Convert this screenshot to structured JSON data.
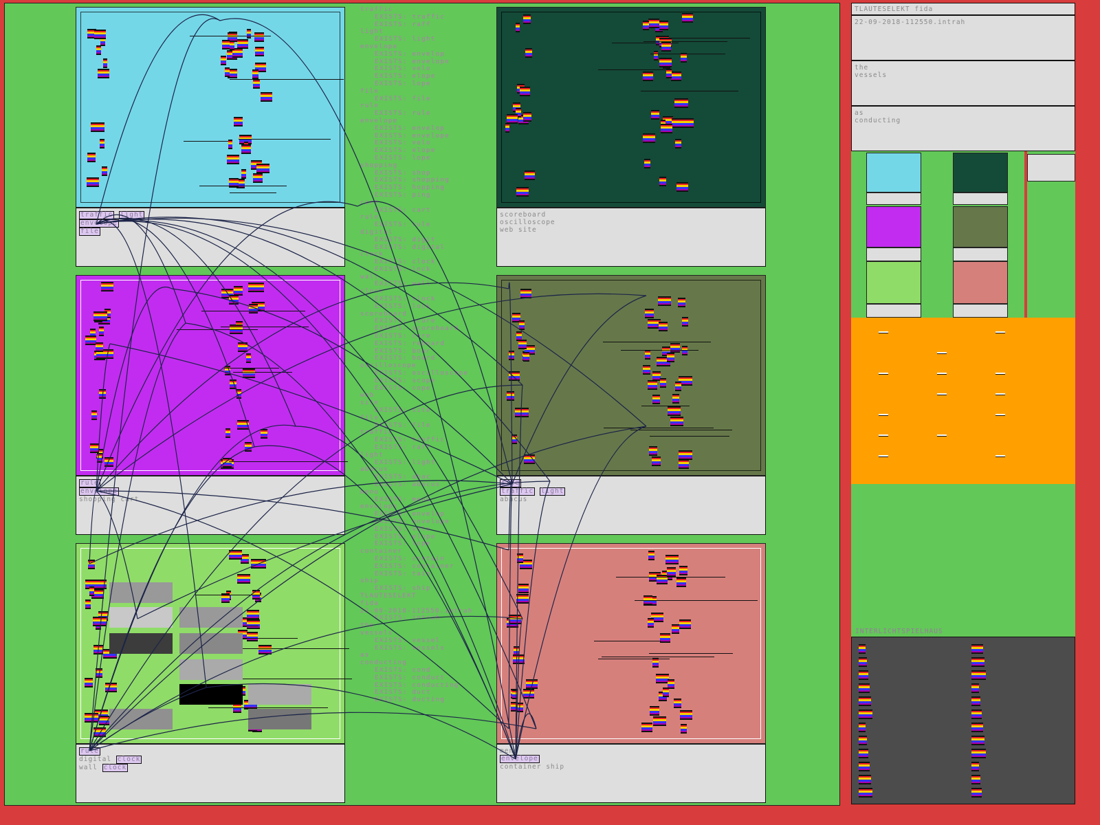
{
  "colors": {
    "frame": "#d83c3c",
    "canvas": "#62c858",
    "wire": "#1c2448"
  },
  "words": [
    {
      "t": "traffic",
      "i": 0
    },
    {
      "t": "EXISTS: traffic",
      "i": 1
    },
    {
      "t": "EXISTS: raff",
      "i": 1
    },
    {
      "t": "light",
      "i": 0
    },
    {
      "t": "EXISTS: light",
      "i": 1
    },
    {
      "t": "envelope",
      "i": 0
    },
    {
      "t": "EXISTS: envelop",
      "i": 1
    },
    {
      "t": "EXISTS: envelope",
      "i": 1
    },
    {
      "t": "EXISTS: velo",
      "i": 1
    },
    {
      "t": "EXISTS: elope",
      "i": 1
    },
    {
      "t": "EXISTS: lope",
      "i": 1
    },
    {
      "t": "file",
      "i": 0
    },
    {
      "t": "EXISTS: file",
      "i": 1
    },
    {
      "t": "rule",
      "i": 0
    },
    {
      "t": "EXISTS: rule",
      "i": 1
    },
    {
      "t": "envelope",
      "i": 0
    },
    {
      "t": "EXISTS: envelop",
      "i": 1
    },
    {
      "t": "EXISTS: envelope",
      "i": 1
    },
    {
      "t": "EXISTS: velo",
      "i": 1
    },
    {
      "t": "EXISTS: elope",
      "i": 1
    },
    {
      "t": "EXISTS: lope",
      "i": 1
    },
    {
      "t": "shopping",
      "i": 0
    },
    {
      "t": "EXISTS: shop",
      "i": 1
    },
    {
      "t": "EXISTS: shopping",
      "i": 1
    },
    {
      "t": "EXISTS: hopping",
      "i": 1
    },
    {
      "t": "EXISTS: ping",
      "i": 1
    },
    {
      "t": "cart",
      "i": 0
    },
    {
      "t": "EXISTS: cart",
      "i": 1
    },
    {
      "t": "rule",
      "i": 0
    },
    {
      "t": "EXISTS: rule",
      "i": 1
    },
    {
      "t": "digital",
      "i": 0
    },
    {
      "t": "EXISTS: digit",
      "i": 1
    },
    {
      "t": "EXISTS: digital",
      "i": 1
    },
    {
      "t": "clock",
      "i": 0
    },
    {
      "t": "EXISTS: clock",
      "i": 1
    },
    {
      "t": "EXISTS: lock",
      "i": 1
    },
    {
      "t": "wall",
      "i": 0
    },
    {
      "t": "EXISTS: wall",
      "i": 1
    },
    {
      "t": "clock",
      "i": 0
    },
    {
      "t": "EXISTS: clock",
      "i": 1
    },
    {
      "t": "EXISTS: lock",
      "i": 1
    },
    {
      "t": "scoreboard",
      "i": 0
    },
    {
      "t": "EXISTS: score",
      "i": 1
    },
    {
      "t": "EXISTS: scoreboard",
      "i": 1
    },
    {
      "t": "EXISTS: core",
      "i": 1
    },
    {
      "t": "EXISTS: reboard",
      "i": 1
    },
    {
      "t": "EXISTS: boar",
      "i": 1
    },
    {
      "t": "EXISTS: board",
      "i": 1
    },
    {
      "t": "oscilloscope",
      "i": 0
    },
    {
      "t": "EXISTS: oscilloscope",
      "i": 1
    },
    {
      "t": "EXISTS: scope",
      "i": 1
    },
    {
      "t": "EXISTS: cope",
      "i": 1
    },
    {
      "t": "web",
      "i": 0
    },
    {
      "t": "site",
      "i": 0
    },
    {
      "t": "EXISTS: site",
      "i": 1
    },
    {
      "t": "file",
      "i": 0
    },
    {
      "t": "EXISTS: file",
      "i": 1
    },
    {
      "t": "traffic",
      "i": 0
    },
    {
      "t": "EXISTS: traffic",
      "i": 1
    },
    {
      "t": "EXISTS: raff",
      "i": 1
    },
    {
      "t": "light",
      "i": 0
    },
    {
      "t": "EXISTS: light",
      "i": 1
    },
    {
      "t": "abacus",
      "i": 0
    },
    {
      "t": "EXISTS: abac",
      "i": 1
    },
    {
      "t": "EXISTS: abacus",
      "i": 1
    },
    {
      "t": "menu",
      "i": 0
    },
    {
      "t": "EXISTS: menu",
      "i": 1
    },
    {
      "t": "envelope",
      "i": 0
    },
    {
      "t": "EXISTS: envelop",
      "i": 1
    },
    {
      "t": "EXISTS: envelope",
      "i": 1
    },
    {
      "t": "EXISTS: velo",
      "i": 1
    },
    {
      "t": "EXISTS: elope",
      "i": 1
    },
    {
      "t": "EXISTS: lope",
      "i": 1
    },
    {
      "t": "container",
      "i": 0
    },
    {
      "t": "EXISTS: contain",
      "i": 1
    },
    {
      "t": "EXISTS: container",
      "i": 1
    },
    {
      "t": "EXISTS: tain",
      "i": 1
    },
    {
      "t": "ship",
      "i": 0
    },
    {
      "t": "EXISTS: ship",
      "i": 1
    },
    {
      "t": "TLAUTESELEKT",
      "i": 0
    },
    {
      "t": "fida",
      "i": 0
    },
    {
      "t": "22-09-2018-112550.intrah",
      "i": 0
    },
    {
      "t": "EXISTS: intrah",
      "i": 1
    },
    {
      "t": "the",
      "i": 0
    },
    {
      "t": "vessels",
      "i": 0
    },
    {
      "t": "EXISTS: vessel",
      "i": 1
    },
    {
      "t": "EXISTS: vessels",
      "i": 1
    },
    {
      "t": "as",
      "i": 0
    },
    {
      "t": "conducting",
      "i": 0
    },
    {
      "t": "EXISTS: cond",
      "i": 1
    },
    {
      "t": "EXISTS: conduct",
      "i": 1
    },
    {
      "t": "EXISTS: conducting",
      "i": 1
    },
    {
      "t": "EXISTS: duct",
      "i": 1
    },
    {
      "t": "EXISTS: ducting",
      "i": 1
    }
  ],
  "panels": [
    {
      "color": "#74d7e8",
      "tags": [
        [
          "traffic",
          "light"
        ],
        [
          "envelope"
        ],
        [
          "file"
        ]
      ],
      "text": []
    },
    {
      "color": "#144a38",
      "tags": [],
      "text": [
        "scoreboard",
        "oscilloscope",
        "web site"
      ]
    },
    {
      "color": "#c22cf0",
      "tags": [
        [
          "rule"
        ],
        [
          "envelope"
        ]
      ],
      "text": [
        "shopping cart"
      ]
    },
    {
      "color": "#66784a",
      "tags": [
        [
          "file"
        ],
        [
          "traffic",
          "light"
        ]
      ],
      "text": [
        "abacus"
      ]
    },
    {
      "color": "#90dc68",
      "tags": [
        [
          "rule"
        ]
      ],
      "lines": [
        {
          "word": "digital",
          "tag": "clock"
        },
        {
          "word": "wall",
          "tag": "clock"
        }
      ]
    },
    {
      "color": "#d6807c",
      "tags": [],
      "pre": "menu",
      "tags2": [
        [
          "envelope"
        ]
      ],
      "text": [
        "container ship"
      ]
    }
  ],
  "sidebar": {
    "title": "TLAUTESELEKT fida",
    "timestamp": "22-09-2018-112550.intrah",
    "box1": [
      "the",
      "vessels"
    ],
    "box2": [
      "as",
      "conducting"
    ],
    "section_label": "INTERLICHTSPIELHAUS",
    "orange": "#ffa000",
    "dark": "#4c4c4c"
  }
}
